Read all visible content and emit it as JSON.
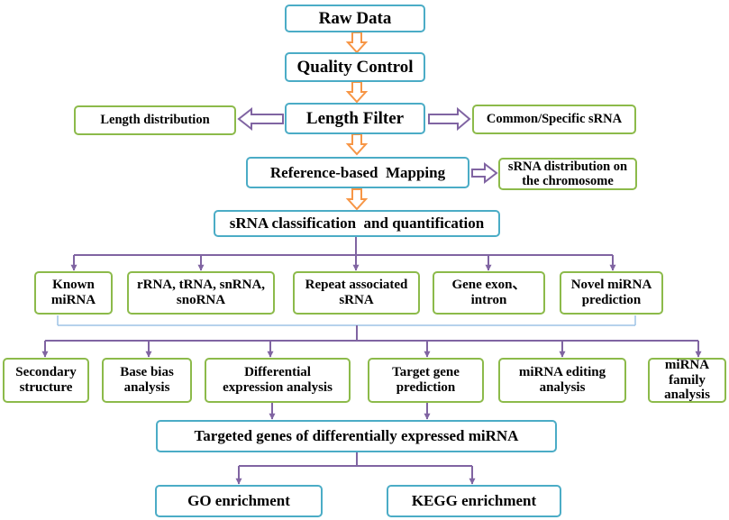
{
  "colors": {
    "main_box_border": "#4bacc6",
    "side_box_border": "#8cba4a",
    "orange_arrow": "#f79646",
    "purple_arrow": "#8064a2",
    "blue_line": "#9dc3e6"
  },
  "stages": {
    "raw_data": "Raw Data",
    "quality_control": "Quality Control",
    "length_filter": "Length Filter",
    "reference_mapping": "Reference-based  Mapping",
    "classification": "sRNA classification  and quantification",
    "targeted_genes": "Targeted genes of differentially expressed miRNA"
  },
  "side_outputs": {
    "length_distribution": "Length distribution",
    "common_specific": "Common/Specific sRNA",
    "chromosome_distribution": "sRNA distribution on the chromosome"
  },
  "categories": [
    "Known miRNA",
    "rRNA, tRNA, snRNA, snoRNA",
    "Repeat associated sRNA",
    "Gene exon、 intron",
    "Novel miRNA prediction"
  ],
  "analyses": [
    "Secondary structure",
    "Base bias analysis",
    "Differential expression analysis",
    "Target gene prediction",
    "miRNA editing analysis",
    "miRNA family analysis"
  ],
  "enrichment": {
    "go": "GO enrichment",
    "kegg": "KEGG enrichment"
  }
}
